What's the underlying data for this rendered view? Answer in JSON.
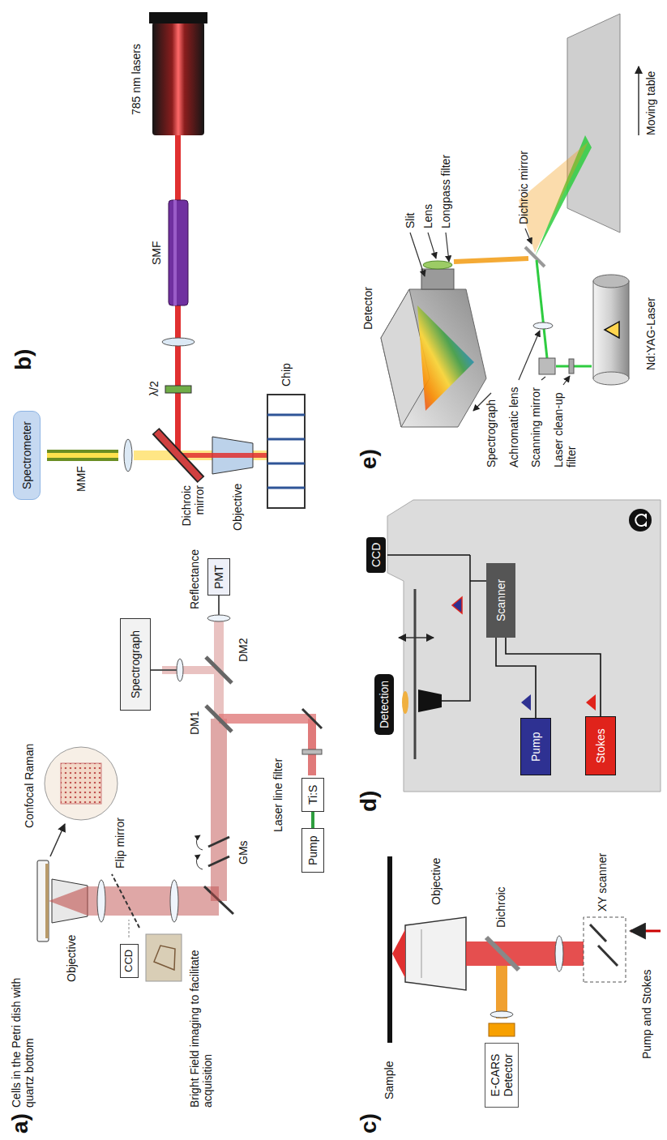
{
  "diagram": {
    "nodes": [
      {
        "text": [
          "CCD"
        ]
      },
      {
        "text": [
          "Spectrograph"
        ]
      },
      {
        "text": [
          "PMT"
        ]
      },
      {
        "text": [
          "Pump"
        ]
      },
      {
        "text": [
          "Ti:S"
        ]
      },
      {
        "text": [
          "Spectrometer"
        ]
      },
      {
        "text": [
          "E-CARS Detector"
        ]
      },
      {
        "text": [
          "Detection"
        ]
      },
      {
        "text": [
          "CCD"
        ]
      },
      {
        "text": [
          "Pump"
        ]
      },
      {
        "text": [
          "Stokes"
        ]
      },
      {
        "text": [
          "Scanner"
        ]
      }
    ],
    "edges": [
      {
        "from": 3,
        "to": 4,
        "arrow": "none"
      },
      {
        "from": 9,
        "to": 11,
        "arrow": "none"
      },
      {
        "from": 10,
        "to": 11,
        "arrow": "none"
      }
    ],
    "labels": [
      "a)",
      "Cells in the Petri dish with quartz bottom",
      "Confocal Raman",
      "Objective",
      "Flip mirror",
      "Bright Field imaging to facilitate acquisition",
      "GMs",
      "Laser line filter",
      "DM1",
      "DM2",
      "Reflectance",
      "b)",
      "MMF",
      "Dichroic mirror",
      "λ/2",
      "Objective",
      "Chip",
      "SMF",
      "785 nm lasers",
      "c)",
      "Sample",
      "Objective",
      "Dichroic",
      "XY scanner",
      "Pump and Stokes",
      "d)",
      "e)",
      "Detector",
      "Spectrograph",
      "Slit",
      "Lens",
      "Longpass filter",
      "Dichroic mirror",
      "Achromatic lens",
      "Scanning mirror",
      "Laser clean-up filter",
      "Nd:YAG-Laser",
      "Moving table"
    ]
  }
}
